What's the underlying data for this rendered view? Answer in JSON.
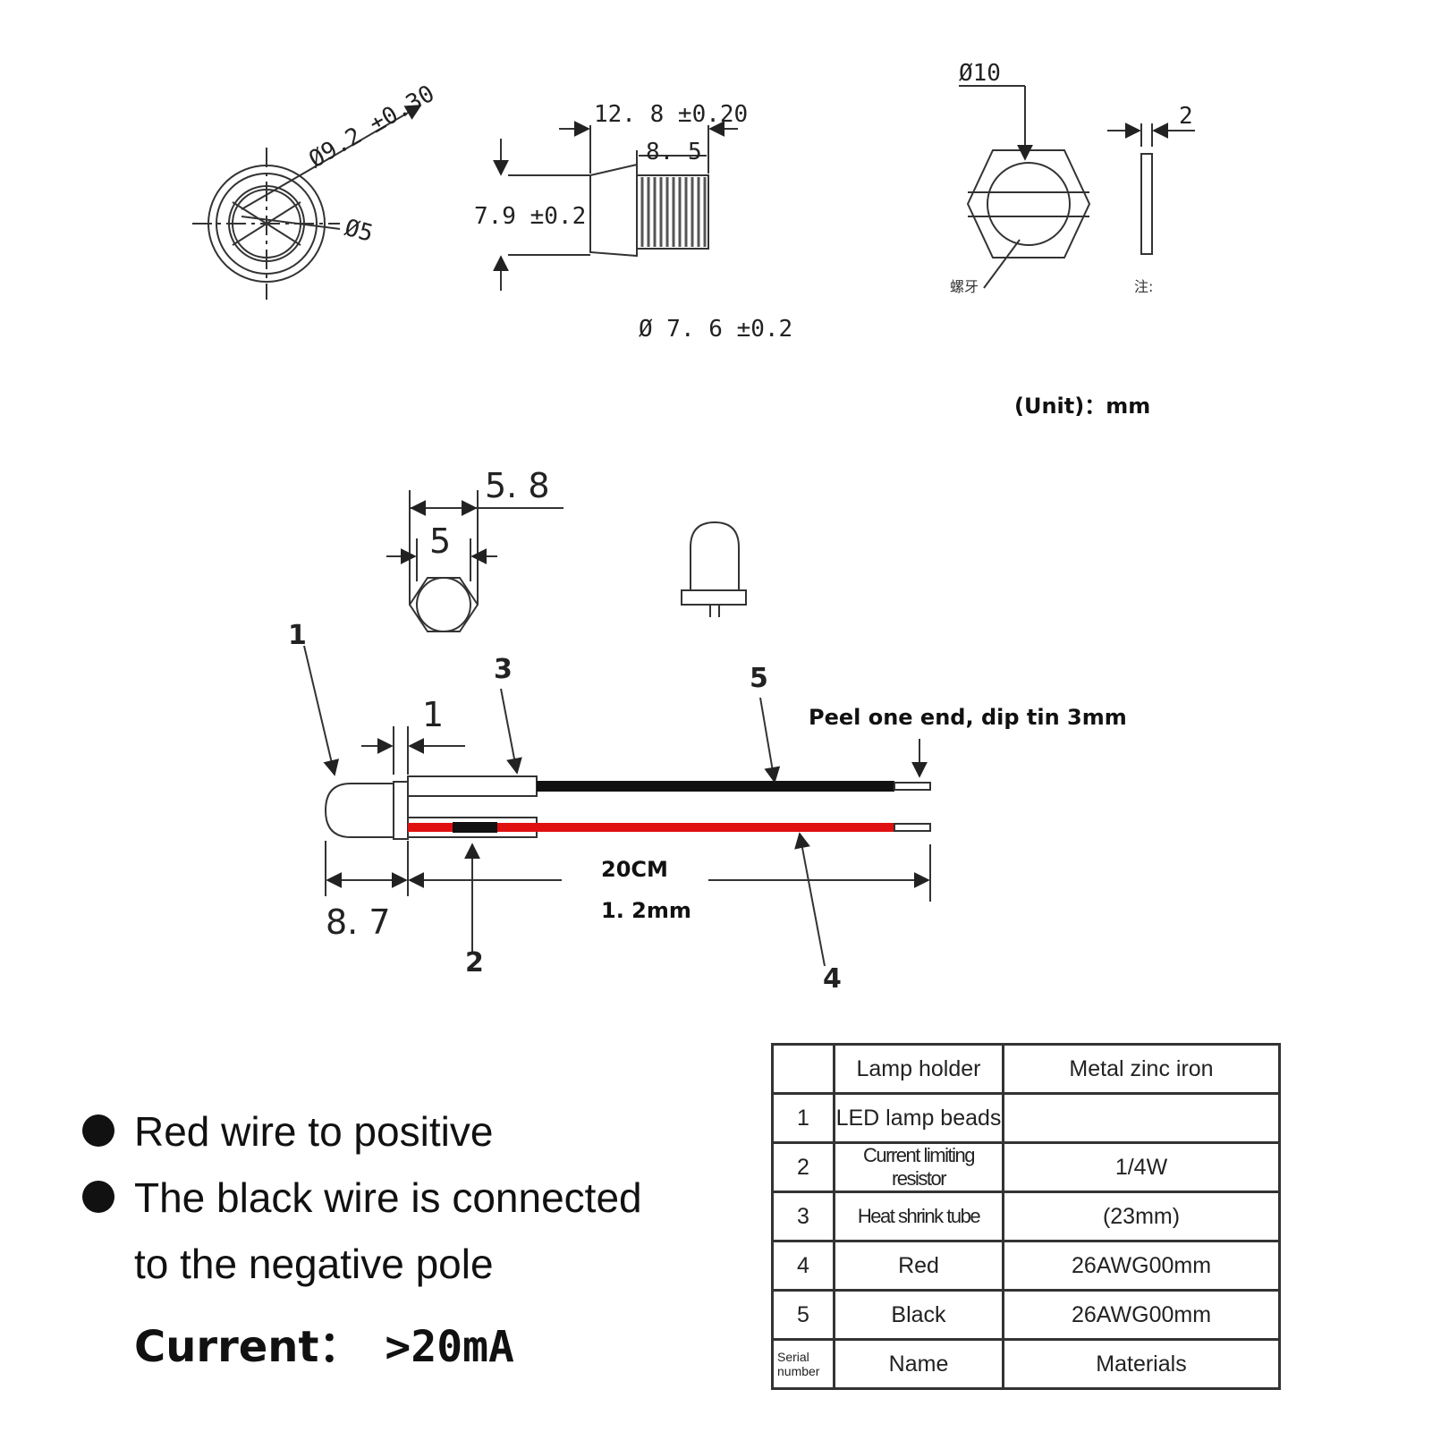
{
  "top_view": {
    "outer_diameter": "Ø9.2 ±0.30",
    "inner_diameter": "Ø5"
  },
  "side_view": {
    "total_length": "12. 8 ±0.20",
    "thread_length": "8. 5",
    "height": "7.9 ±0.2",
    "thread_diameter": "Ø 7. 6 ±0.2"
  },
  "nut_view": {
    "diameter": "Ø10",
    "thread_label": "螺牙",
    "thickness": "2",
    "note_label": "注:"
  },
  "unit_label": "(Unit)：mm",
  "led_head": {
    "flange_width": "5. 8",
    "body_width": "5"
  },
  "assembly": {
    "callouts": [
      "1",
      "2",
      "3",
      "4",
      "5"
    ],
    "flange_thickness": "1",
    "lens_length": "8. 7",
    "wire_length": "20CM",
    "wire_dim": "1. 2mm",
    "tin_note": "Peel one end, dip tin 3mm"
  },
  "colors": {
    "red_wire": "#e01010",
    "black_wire": "#111111"
  },
  "notes": {
    "bullet1": "Red wire to positive",
    "bullet2a": "The black wire is connected",
    "bullet2b": "to the negative pole",
    "current_label": "Current：",
    "current_value": ">20mA"
  },
  "table": {
    "rows": [
      {
        "serial": "",
        "name": "Lamp holder",
        "material": "Metal zinc iron"
      },
      {
        "serial": "1",
        "name": "LED lamp beads",
        "material": ""
      },
      {
        "serial": "2",
        "name": "Current limiting resistor",
        "material": "1/4W"
      },
      {
        "serial": "3",
        "name": "Heat shrink tube",
        "material": "(23mm)"
      },
      {
        "serial": "4",
        "name": "Red",
        "material": "26AWG00mm"
      },
      {
        "serial": "5",
        "name": "Black",
        "material": "26AWG00mm"
      }
    ],
    "header": {
      "serial": "Serial number",
      "name": "Name",
      "material": "Materials"
    }
  }
}
